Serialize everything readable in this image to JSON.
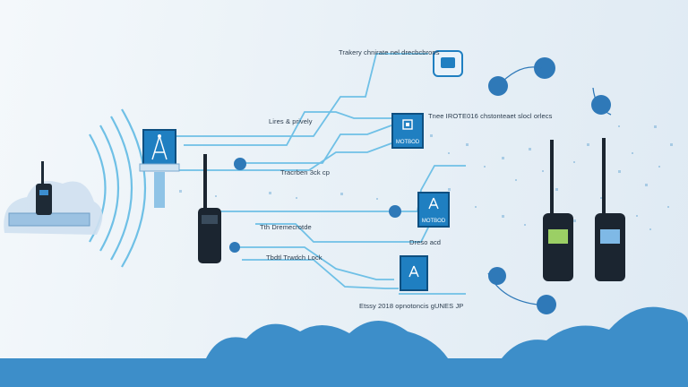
{
  "labels": {
    "top": "Trakery chnirate nel drecbcbrons",
    "lines_privacy": "Lires & prively",
    "tracker_label": "Tracrben 3ck cp",
    "mid_right": "Tnee IROTE016 chstonteaet slocl orlecs",
    "dremecrot": "Tth Dremecrotde",
    "dremo_card": "Dreso acd",
    "tracks_load": "Tbdtl Trwdch Lock",
    "bottom": "Etssy 2018 opnotoncis gUNES JP"
  },
  "panels": {
    "center_top": "MOTBOD",
    "center_mid": "MOTBOD"
  },
  "icons": {
    "tower": "radio-tower-icon",
    "signal": "signal-waves-icon",
    "chip": "device-chip-icon"
  },
  "colors": {
    "line": "#6fc0e6",
    "panel": "#1f7fc1",
    "cloud": "#3d8ec9",
    "bubble": "#2f79b8"
  }
}
